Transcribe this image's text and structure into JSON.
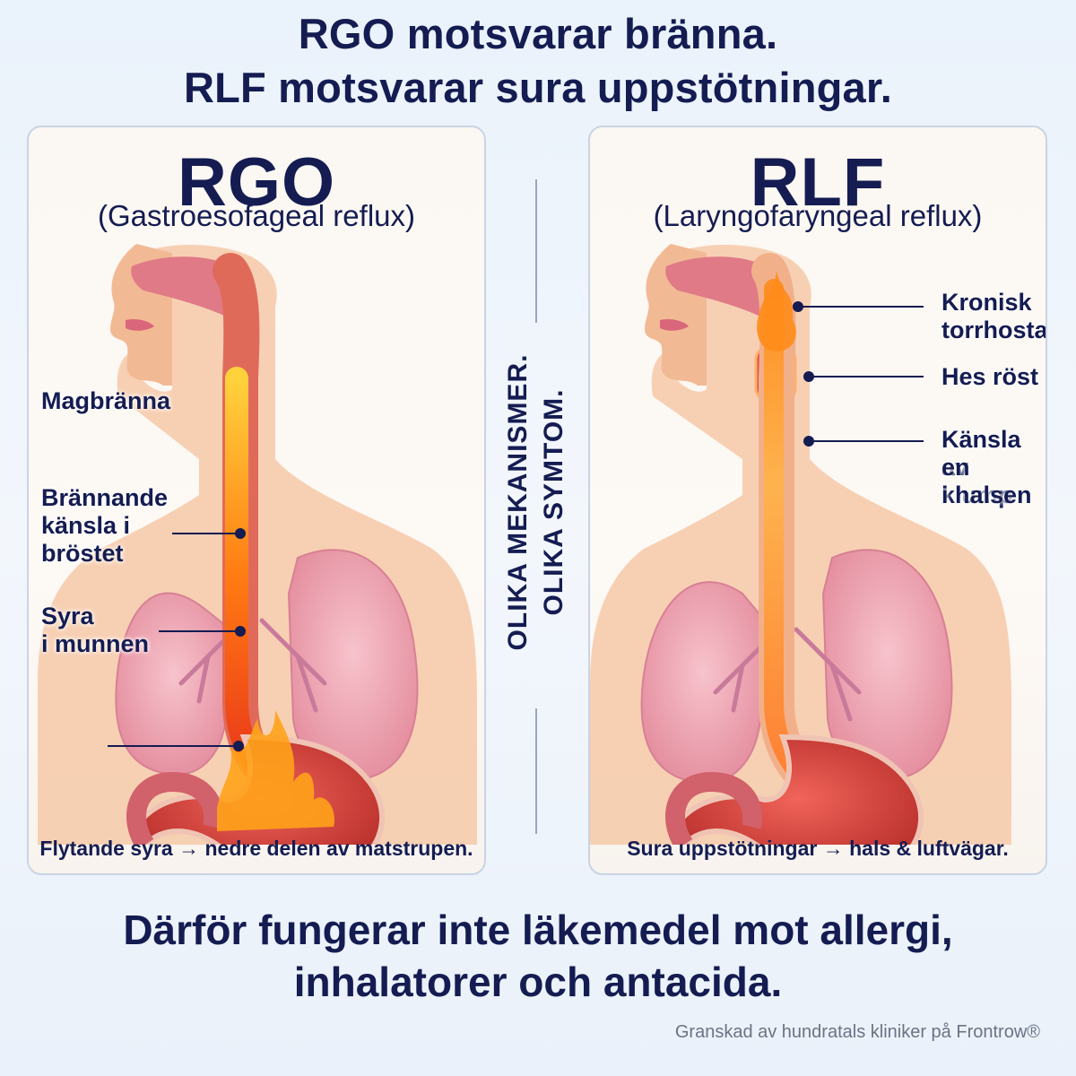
{
  "headline": {
    "line1": "RGO motsvarar bränna.",
    "line2": "RLF motsvarar sura uppstötningar."
  },
  "panel_left": {
    "title": "RGO",
    "subtitle": "(Gastroesofageal reflux)",
    "labels": {
      "heartburn": "Magbränna",
      "chest1": "Brännande",
      "chest2": "känsla i",
      "chest3": "bröstet",
      "mouth1": "Syra",
      "mouth2": "i munnen"
    },
    "caption": "Flytande syra → nedre delen av matstrupen."
  },
  "panel_right": {
    "title": "RLF",
    "subtitle": "(Laryngofaryngeal reflux)",
    "labels": {
      "cough1": "Kronisk",
      "cough2": "torrhosta",
      "voice": "Hes röst",
      "lump1": "Känsla av",
      "lump2": "en klump",
      "lump3": "i halsen"
    },
    "caption": "Sura uppstötningar → hals & luftvägar."
  },
  "divider": {
    "line1": "OLIKA MEKANISMER.",
    "line2": "OLIKA SYMTOM."
  },
  "bottom": {
    "line1": "Därför fungerar inte läkemedel mot allergi,",
    "line2": "inhalatorer och antacida."
  },
  "footer": "Granskad av hundratals kliniker på Frontrow®",
  "colors": {
    "navy": "#141c52",
    "skin": "#f6c9a8",
    "lung": "#f0a6b3",
    "fire": "#ff6a00",
    "stomach": "#e0463a"
  }
}
